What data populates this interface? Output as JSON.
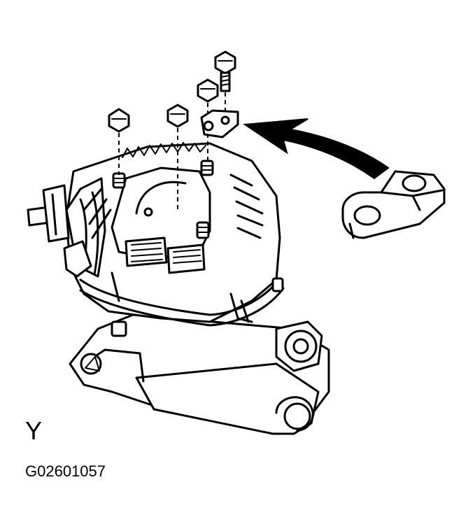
{
  "labels": {
    "view_label": "Y",
    "figure_code": "G02601057"
  },
  "parts": {
    "alternator": "alternator-assembly",
    "bracket": "terminal-bracket",
    "bolts": [
      "bolt-left",
      "bolt-center",
      "bolt-bracket-short",
      "bolt-bracket-long"
    ]
  },
  "colors": {
    "line": "#000000",
    "background": "#ffffff"
  }
}
